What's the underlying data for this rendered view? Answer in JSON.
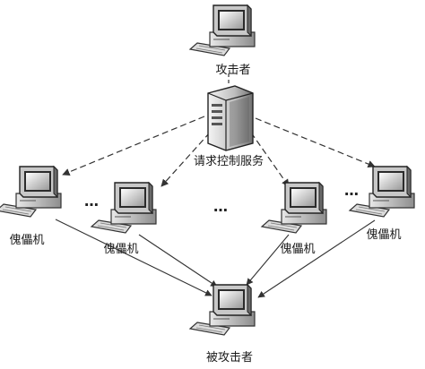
{
  "attacker": {
    "label": "攻击者"
  },
  "server": {
    "label": "请求控制服务"
  },
  "bots": [
    {
      "label": "傀儡机"
    },
    {
      "label": "傀儡机"
    },
    {
      "label": "傀儡机"
    },
    {
      "label": "傀儡机"
    }
  ],
  "ellipsis": "…",
  "victim": {
    "label": "被攻击者"
  }
}
